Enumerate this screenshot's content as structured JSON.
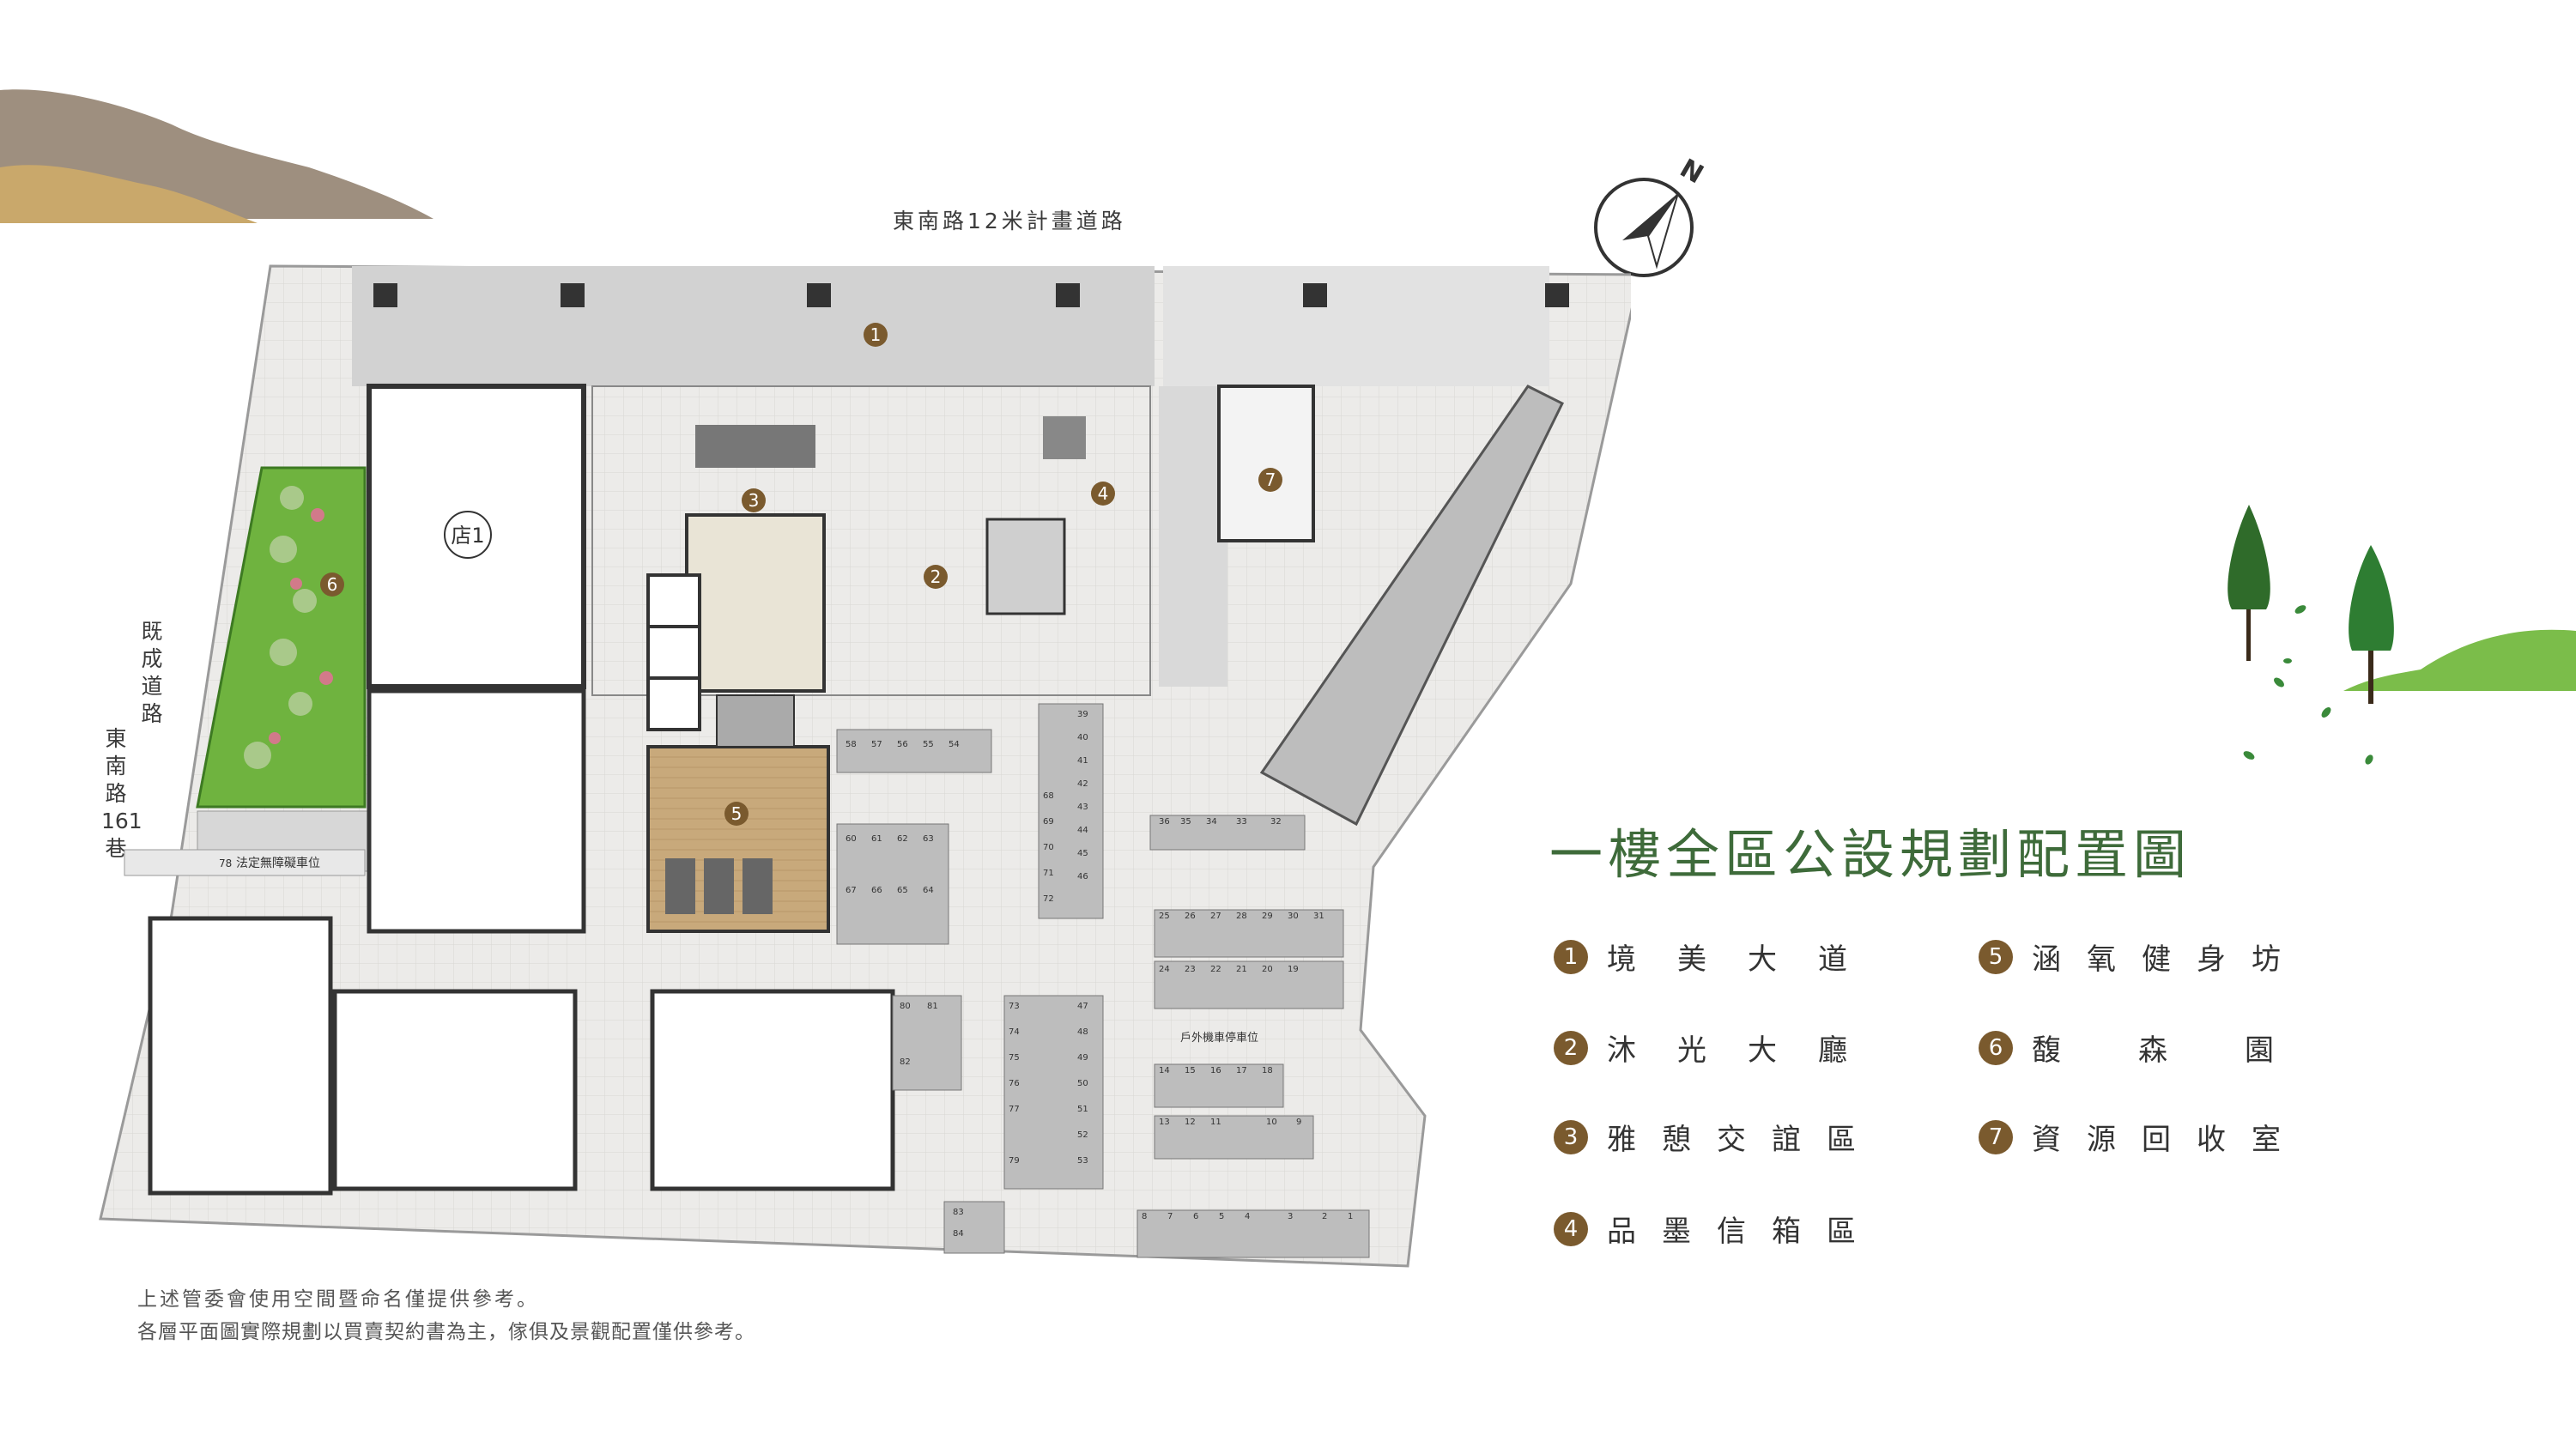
{
  "road_top": "東南路12米計畫道路",
  "road_left": [
    "既",
    "成",
    "道",
    "路"
  ],
  "road_left_2": [
    "東",
    "南",
    "路",
    "161",
    "巷"
  ],
  "compass": {
    "label": "N"
  },
  "shop_label": "店1",
  "accessible_parking_label": "法定無障礙車位",
  "accessible_parking_number": "78",
  "outdoor_parking_label": "戶外機車停車位",
  "title": "一樓全區公設規劃配置圖",
  "legend": [
    {
      "num": "1",
      "label": "境美大道"
    },
    {
      "num": "2",
      "label": "沐光大廳"
    },
    {
      "num": "3",
      "label": "雅憩交誼區"
    },
    {
      "num": "4",
      "label": "品墨信箱區"
    },
    {
      "num": "5",
      "label": "涵氧健身坊"
    },
    {
      "num": "6",
      "label": "馥森園"
    },
    {
      "num": "7",
      "label": "資源回收室"
    }
  ],
  "note_1": "上述管委會使用空間暨命名僅提供參考。",
  "note_2": "各層平面圖實際規劃以買賣契約書為主，傢俱及景觀配置僅供參考。",
  "parking_numbers": [
    "58",
    "57",
    "56",
    "55",
    "54",
    "60",
    "61",
    "62",
    "63",
    "67",
    "66",
    "65",
    "64",
    "68",
    "69",
    "70",
    "71",
    "72",
    "39",
    "40",
    "41",
    "42",
    "43",
    "44",
    "45",
    "46",
    "47",
    "48",
    "49",
    "50",
    "51",
    "52",
    "53",
    "73",
    "74",
    "75",
    "76",
    "77",
    "79",
    "80",
    "81",
    "82",
    "83",
    "84",
    "36",
    "35",
    "34",
    "33",
    "32",
    "25",
    "26",
    "27",
    "28",
    "29",
    "30",
    "31",
    "24",
    "23",
    "22",
    "21",
    "20",
    "19",
    "14",
    "15",
    "16",
    "17",
    "18",
    "13",
    "12",
    "11",
    "10",
    "9",
    "8",
    "7",
    "6",
    "5",
    "4",
    "3",
    "2",
    "1"
  ],
  "colors": {
    "badge": "#7a5a2e",
    "title": "#3e6b3a",
    "garden": "#6fb33f",
    "tree_dark": "#2f6b2a",
    "tree_light": "#3a8a3a",
    "hill_brown": "#9e8f7f",
    "hill_tan": "#c9a86b",
    "hill_green": "#7bbd4a"
  }
}
